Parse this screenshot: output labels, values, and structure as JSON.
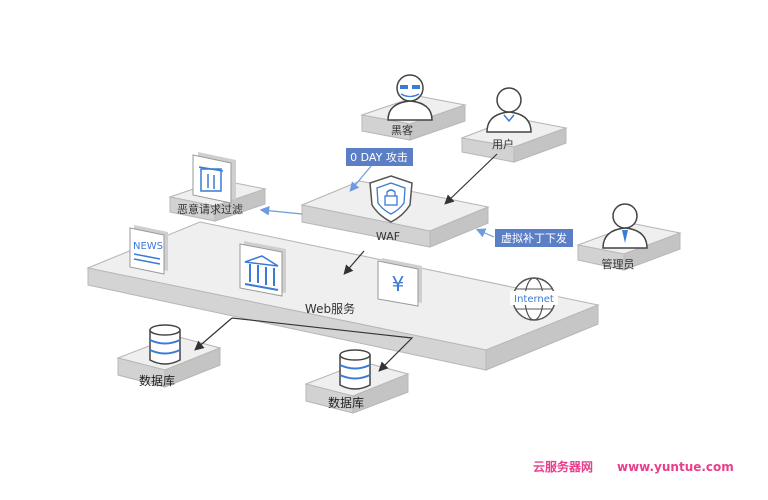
{
  "nodes": {
    "hacker": "黑客",
    "user": "用户",
    "waf": "WAF",
    "filter": "恶意请求过滤",
    "admin": "管理员",
    "web": "Web服务",
    "db1": "数据库",
    "db2": "数据库"
  },
  "badges": {
    "attack": "0 DAY 攻击",
    "patch": "虚拟补丁下发"
  },
  "icons": {
    "news": "NEWS",
    "currency": "¥",
    "internet": "Internet"
  },
  "watermark": {
    "cn": "云服务器网",
    "url": "www.yuntue.com"
  },
  "colors": {
    "accent": "#5b7fc6",
    "icon_blue": "#3a7bd5",
    "slab_top": "#ececec",
    "slab_side": "#cfcfcf",
    "watermark": "#e83e8c"
  }
}
